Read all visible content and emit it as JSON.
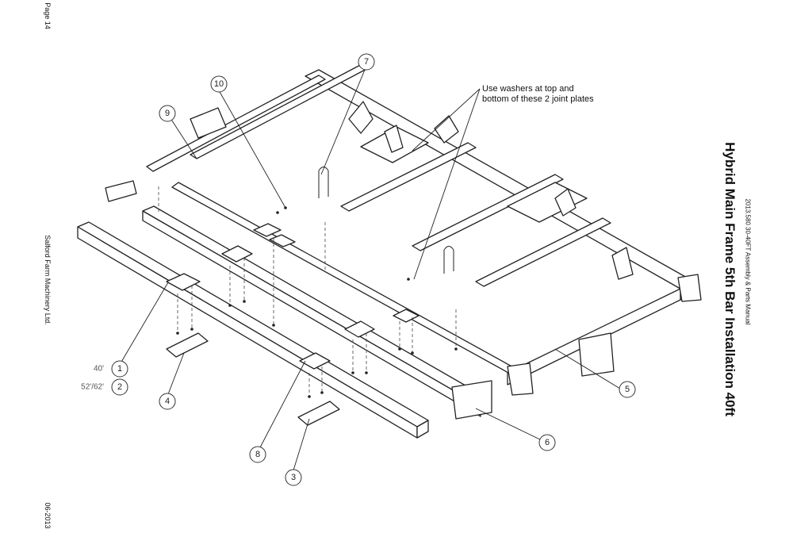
{
  "margin": {
    "page": "Page 14",
    "company": "Salford Farm Machinery Ltd.",
    "date": "06-2013"
  },
  "header": {
    "manual_ref": "2013.580 30-40FT Assembly & Parts Manual",
    "title": "Hybrid Main Frame 5th Bar Installation 40ft"
  },
  "note": {
    "line1": "Use washers at top and",
    "line2": "bottom of these 2 joint plates"
  },
  "callouts": {
    "c1": "1",
    "c2": "2",
    "c3": "3",
    "c4": "4",
    "c5": "5",
    "c6": "6",
    "c7": "7",
    "c8": "8",
    "c9": "9",
    "c10": "10"
  },
  "sizes": {
    "s40": "40'",
    "s5262": "52'/62'"
  }
}
